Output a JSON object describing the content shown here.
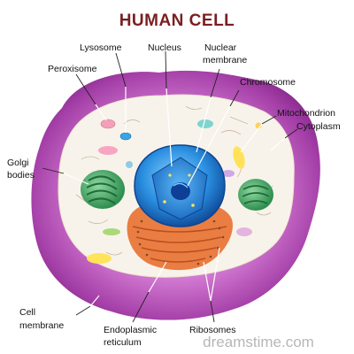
{
  "title": "HUMAN CELL",
  "labels": {
    "lysosome": "Lysosome",
    "nucleus": "Nucleus",
    "nuclear_membrane_l1": "Nuclear",
    "nuclear_membrane_l2": "membrane",
    "peroxisome": "Peroxisome",
    "chromosome": "Chromosome",
    "mitochondrion": "Mitochondrion",
    "cytoplasm": "Cytoplasm",
    "golgi_l1": "Golgi",
    "golgi_l2": "bodies",
    "cell_membrane_l1": "Cell",
    "cell_membrane_l2": "membrane",
    "er_l1": "Endoplasmic",
    "er_l2": "reticulum",
    "ribosomes": "Ribosomes"
  },
  "watermark": "dreamstime.com",
  "colors": {
    "title": "#7a1f20",
    "membrane": "#8b2b8c",
    "cytoplasm": "#f8f3ea",
    "nucleus": "#1e7fd0",
    "er": "#e8743a",
    "golgi": "#3a9e5c"
  }
}
